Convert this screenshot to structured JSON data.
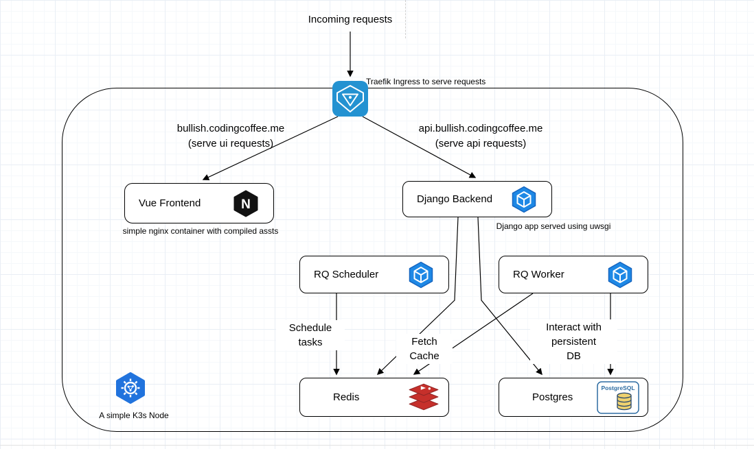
{
  "canvas": {
    "incoming_label": "Incoming requests",
    "traefik_caption": "Traefik Ingress to serve requests",
    "route_ui_host": "bullish.codingcoffee.me",
    "route_ui_note": "(serve ui requests)",
    "route_api_host": "api.bullish.codingcoffee.me",
    "route_api_note": "(serve api requests)",
    "k3s_caption": "A simple K3s Node"
  },
  "nodes": {
    "vue": {
      "label": "Vue Frontend",
      "caption": "simple nginx container with compiled assts"
    },
    "django": {
      "label": "Django Backend",
      "caption": "Django app served using uwsgi"
    },
    "rq_scheduler": {
      "label": "RQ Scheduler"
    },
    "rq_worker": {
      "label": "RQ Worker"
    },
    "redis": {
      "label": "Redis"
    },
    "postgres": {
      "label": "Postgres"
    }
  },
  "edge_labels": {
    "schedule_tasks": "Schedule\ntasks",
    "fetch_cache": "Fetch\nCache",
    "interact_db": "Interact with\npersistent\nDB"
  },
  "icons": {
    "postgresql_text": "PostgreSQL",
    "nginx_letter": "N"
  },
  "colors": {
    "traefik_blue": "#2492d1",
    "container_blue": "#1e88e5",
    "nginx_black": "#121212",
    "redis_red": "#c6302b",
    "redis_dark": "#912626",
    "postgres_blue": "#2d6ca2",
    "k3s_blue": "#2173dd",
    "line": "#000000"
  }
}
